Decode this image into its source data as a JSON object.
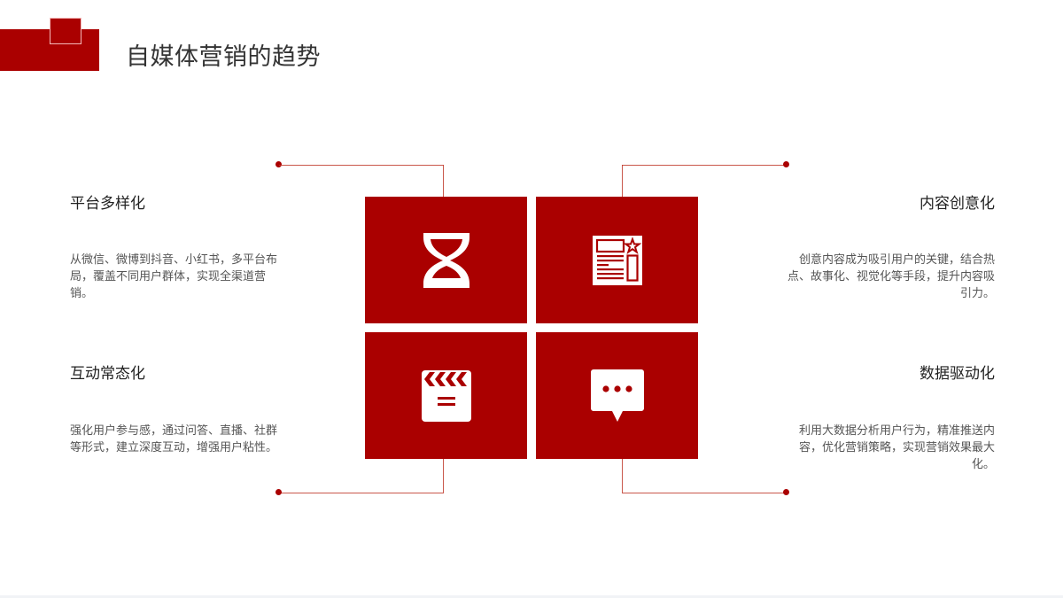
{
  "header": {
    "title": "自媒体营销的趋势"
  },
  "colors": {
    "accent": "#aa0000",
    "line": "#c0392b",
    "title_text": "#333333",
    "body_text": "#555555",
    "background": "#ffffff"
  },
  "features": [
    {
      "id": "platform",
      "title": "平台多样化",
      "description": "从微信、微博到抖音、小红书，多平台布局，覆盖不同用户群体，实现全渠道营销。",
      "icon": "hourglass-icon"
    },
    {
      "id": "content",
      "title": "内容创意化",
      "description": "创意内容成为吸引用户的关键，结合热点、故事化、视觉化等手段，提升内容吸引力。",
      "icon": "newspaper-icon"
    },
    {
      "id": "interaction",
      "title": "互动常态化",
      "description": "强化用户参与感，通过问答、直播、社群等形式，建立深度互动，增强用户粘性。",
      "icon": "clapperboard-icon"
    },
    {
      "id": "data",
      "title": "数据驱动化",
      "description": "利用大数据分析用户行为，精准推送内容，优化营销策略，实现营销效果最大化。",
      "icon": "chat-bubble-icon"
    }
  ]
}
